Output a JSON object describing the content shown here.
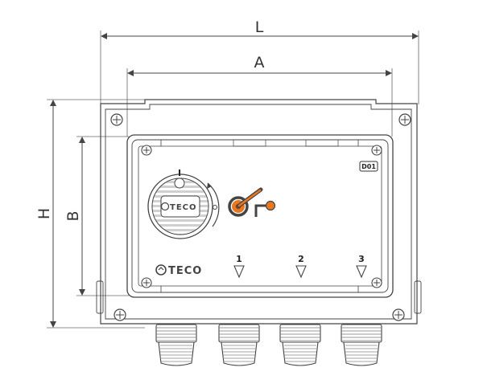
{
  "dimensions": {
    "length": "L",
    "a": "A",
    "height": "H",
    "b": "B"
  },
  "panel": {
    "model_badge": "D01",
    "brand": "TECO",
    "knob_mark": "I",
    "knob_brand": "TECO"
  },
  "outputs": [
    {
      "label": "1"
    },
    {
      "label": "2"
    },
    {
      "label": "3"
    }
  ],
  "colors": {
    "line": "#444444",
    "accent": "#e87722",
    "knob_center": "#6b4a2b"
  }
}
